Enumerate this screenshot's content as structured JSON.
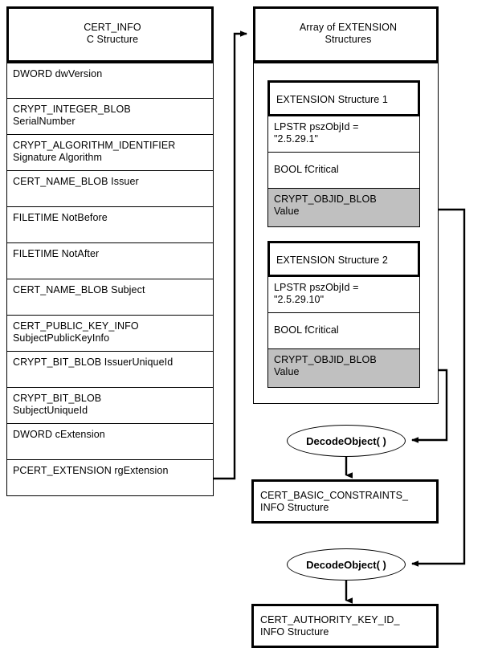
{
  "cert_info": {
    "header": {
      "line1": "CERT_INFO",
      "line2": "C Structure"
    },
    "fields": [
      {
        "line1": "DWORD dwVersion",
        "line2": ""
      },
      {
        "line1": "CRYPT_INTEGER_BLOB",
        "line2": "SerialNumber"
      },
      {
        "line1": "CRYPT_ALGORITHM_IDENTIFIER",
        "line2": "Signature Algorithm"
      },
      {
        "line1": "CERT_NAME_BLOB Issuer",
        "line2": ""
      },
      {
        "line1": "FILETIME NotBefore",
        "line2": ""
      },
      {
        "line1": "FILETIME NotAfter",
        "line2": ""
      },
      {
        "line1": "CERT_NAME_BLOB Subject",
        "line2": ""
      },
      {
        "line1": "CERT_PUBLIC_KEY_INFO",
        "line2": "SubjectPublicKeyInfo"
      },
      {
        "line1": "CRYPT_BIT_BLOB IssuerUniqueId",
        "line2": ""
      },
      {
        "line1": "CRYPT_BIT_BLOB",
        "line2": "SubjectUniqueId"
      },
      {
        "line1": "DWORD cExtension",
        "line2": ""
      },
      {
        "line1": "PCERT_EXTENSION rgExtension",
        "line2": ""
      }
    ]
  },
  "array_block": {
    "header": {
      "line1": "Array of EXTENSION",
      "line2": "Structures"
    },
    "extensions": [
      {
        "title": "EXTENSION Structure 1",
        "objid_line1": "LPSTR  pszObjId =",
        "objid_line2": "\"2.5.29.1\"",
        "critical": "BOOL  fCritical",
        "value_line1": "CRYPT_OBJID_BLOB",
        "value_line2": "Value"
      },
      {
        "title": "EXTENSION Structure 2",
        "objid_line1": "LPSTR  pszObjId =",
        "objid_line2": "\"2.5.29.10\"",
        "critical": "BOOL  fCritical",
        "value_line1": "CRYPT_OBJID_BLOB",
        "value_line2": "Value"
      }
    ]
  },
  "decoders": [
    {
      "label": "DecodeObject( )"
    },
    {
      "label": "DecodeObject( )"
    }
  ],
  "outputs": [
    {
      "line1": "CERT_BASIC_CONSTRAINTS_",
      "line2": "INFO Structure"
    },
    {
      "line1": "CERT_AUTHORITY_KEY_ID_",
      "line2": "INFO Structure"
    }
  ],
  "colors": {
    "stroke": "#000000",
    "background": "#ffffff",
    "shaded_cell": "#c0c0c0"
  }
}
